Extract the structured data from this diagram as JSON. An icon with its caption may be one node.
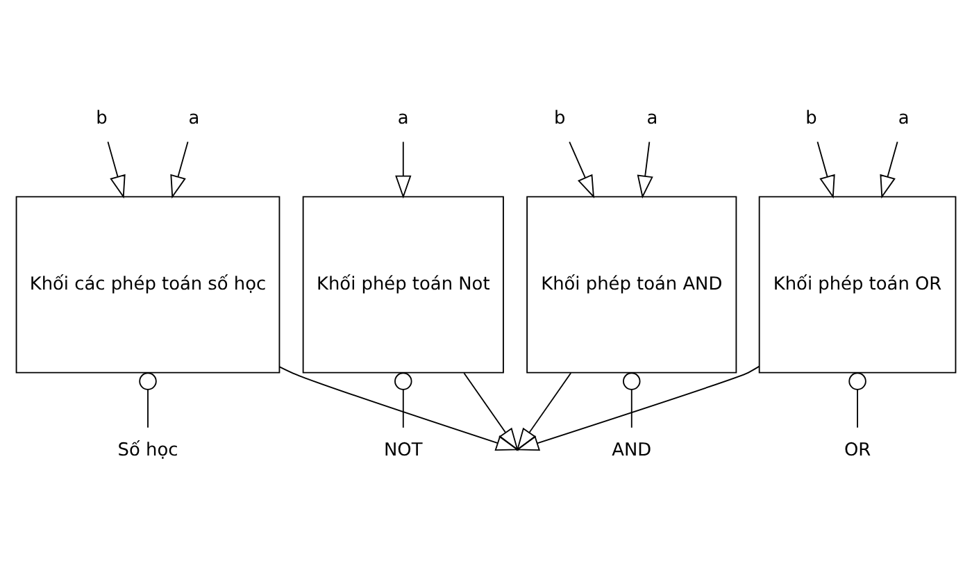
{
  "diagram": {
    "nodes": [
      {
        "text": [
          "a"
        ]
      },
      {
        "text": [
          "b"
        ]
      },
      {
        "text": [
          "a"
        ]
      },
      {
        "text": [
          "a"
        ]
      },
      {
        "text": [
          "b"
        ]
      },
      {
        "text": [
          "a"
        ]
      },
      {
        "text": [
          "b"
        ]
      },
      {
        "text": [
          "Khối các phép toán số học"
        ]
      },
      {
        "text": [
          "Khối phép toán Not"
        ]
      },
      {
        "text": [
          "Khối phép toán AND"
        ]
      },
      {
        "text": [
          "Khối phép toán OR"
        ]
      },
      {
        "text": [
          "OR"
        ]
      },
      {
        "text": [
          "AND"
        ]
      },
      {
        "text": [
          "NOT"
        ]
      },
      {
        "text": [
          "Số học"
        ]
      }
    ],
    "edges": [
      {
        "from": 0,
        "to": 7,
        "arrow": "to"
      },
      {
        "from": 1,
        "to": 7,
        "arrow": "to"
      },
      {
        "from": 2,
        "to": 8,
        "arrow": "to"
      },
      {
        "from": 3,
        "to": 9,
        "arrow": "to"
      },
      {
        "from": 4,
        "to": 9,
        "arrow": "to"
      },
      {
        "from": 5,
        "to": 10,
        "arrow": "to"
      },
      {
        "from": 6,
        "to": 10,
        "arrow": "to"
      },
      {
        "from": 11,
        "to": 10,
        "arrow": "other"
      },
      {
        "from": 12,
        "to": 9,
        "arrow": "other"
      },
      {
        "from": 13,
        "to": 8,
        "arrow": "other"
      },
      {
        "from": 14,
        "to": 7,
        "arrow": "other"
      },
      {
        "from": 7,
        "to": null,
        "arrow": "to"
      },
      {
        "from": 8,
        "to": null,
        "arrow": "to"
      },
      {
        "from": 9,
        "to": null,
        "arrow": "to"
      },
      {
        "from": 10,
        "to": null,
        "arrow": "to"
      }
    ]
  }
}
